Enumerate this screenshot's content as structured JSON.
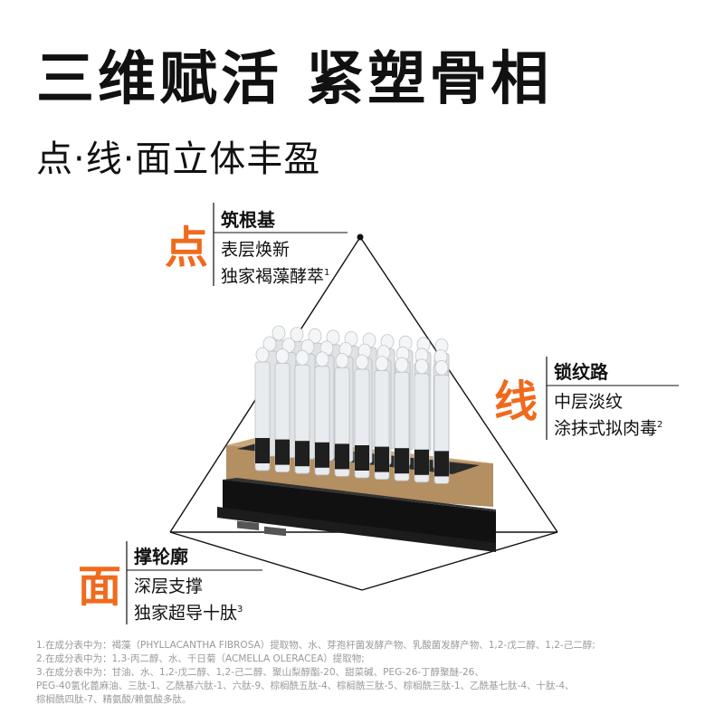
{
  "headline": "三维赋活 紧塑骨相",
  "subline": "点·线·面立体丰盈",
  "accent_color": "#f06a1e",
  "point": {
    "char": "点",
    "title": "筑根基",
    "line1": "表层焕新",
    "line2": "独家褐藻酵萃",
    "sup": "1"
  },
  "line": {
    "char": "线",
    "title": "锁纹路",
    "line1": "中层淡纹",
    "line2": "涂抹式拟肉毒",
    "sup": "2"
  },
  "surface": {
    "char": "面",
    "title": "撑轮廓",
    "line1": "深层支撑",
    "line2": "独家超导十肽",
    "sup": "3"
  },
  "footnotes": [
    "1.在成分表中为：褐藻（PHYLLACANTHA FIBROSA）提取物、水、芽孢杆菌发酵产物、乳酸菌发酵产物、1,2-戊二醇、1,2-己二醇;",
    "2.在成分表中为：1,3-丙二醇、水、千日菊（ACMELLA OLERACEA）提取物;",
    "3.在成分表中为：甘油、水、1,2-戊二醇、1,2-己二醇、聚山梨醇酯-20、甜菜碱、PEG-26-丁醇聚醚-26、",
    "PEG-40氢化蓖麻油、三肽-1、乙酰基六肽-1、六肽-9、棕榈酰五肽-4、棕榈酰三肽-5、棕榈酰三肽-1、乙酰基七肽-4、十肽-4、",
    "棕榈酰四肽-7、精氨酸/赖氨酸多肽。"
  ]
}
